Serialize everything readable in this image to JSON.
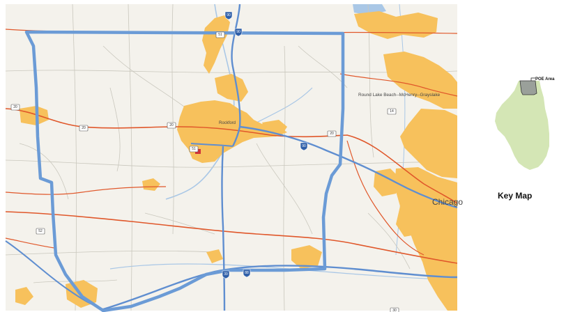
{
  "map": {
    "city_labels": [
      {
        "id": "rockford",
        "text": "Rockford"
      },
      {
        "id": "round-lake",
        "text": "Round Lake Beach--McHenry--Grayslake"
      },
      {
        "id": "chicago",
        "text": "Chicago"
      }
    ],
    "route_shields": [
      {
        "id": "i90-north",
        "text": "90",
        "type": "interstate"
      },
      {
        "id": "i90-state",
        "text": "90",
        "type": "interstate"
      },
      {
        "id": "i90-east",
        "text": "90",
        "type": "interstate"
      },
      {
        "id": "i39-south",
        "text": "39",
        "type": "interstate"
      },
      {
        "id": "i88",
        "text": "88",
        "type": "interstate"
      },
      {
        "id": "us20-west",
        "text": "20",
        "type": "us"
      },
      {
        "id": "us20-mid",
        "text": "20",
        "type": "us"
      },
      {
        "id": "us20-rock",
        "text": "20",
        "type": "us"
      },
      {
        "id": "us20-east",
        "text": "20",
        "type": "us"
      },
      {
        "id": "us51-north",
        "text": "51",
        "type": "us"
      },
      {
        "id": "us14",
        "text": "14",
        "type": "us"
      },
      {
        "id": "us52",
        "text": "52",
        "type": "us"
      },
      {
        "id": "us30",
        "text": "30",
        "type": "us"
      },
      {
        "id": "us51-south",
        "text": "51",
        "type": "us"
      }
    ],
    "colors": {
      "land": "#f4f2ec",
      "urban": "#f7c15c",
      "highway": "#e0572a",
      "interstate": "#5f8ed0",
      "boundary": "#6b9bd6",
      "water": "#a9c7e6",
      "local_road": "#c9c7bd"
    }
  },
  "key_map": {
    "title": "Key Map",
    "poe_label": "POE Area",
    "colors": {
      "state_fill": "#d4e6b5",
      "area_fill": "#9aa09a",
      "area_stroke": "#333333"
    }
  }
}
